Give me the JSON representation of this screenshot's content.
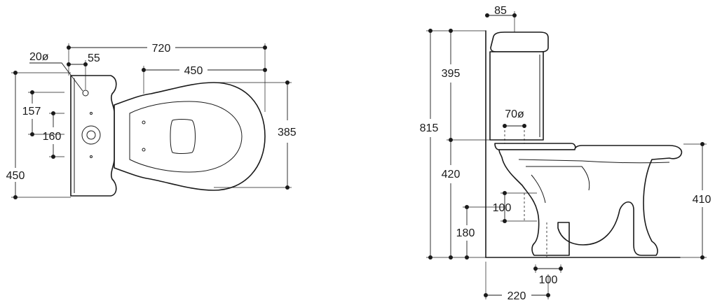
{
  "top_view": {
    "labels": {
      "overall_length": "720",
      "bowl_length": "450",
      "hole_diameter": "20ø",
      "hole_offset": "55",
      "hole_from_top": "157",
      "hole_spacing": "160",
      "tank_width": "450",
      "bowl_width": "385"
    }
  },
  "side_view": {
    "labels": {
      "lid_depth": "85",
      "tank_height": "395",
      "overall_height": "815",
      "inlet_diameter": "70ø",
      "tank_base_height": "420",
      "outlet_size": "100",
      "outlet_height": "180",
      "seat_height": "410",
      "floor_outlet_width": "100",
      "floor_outlet_from_wall": "220"
    }
  },
  "colors": {
    "line": "#1a1a1a",
    "background": "#ffffff"
  }
}
